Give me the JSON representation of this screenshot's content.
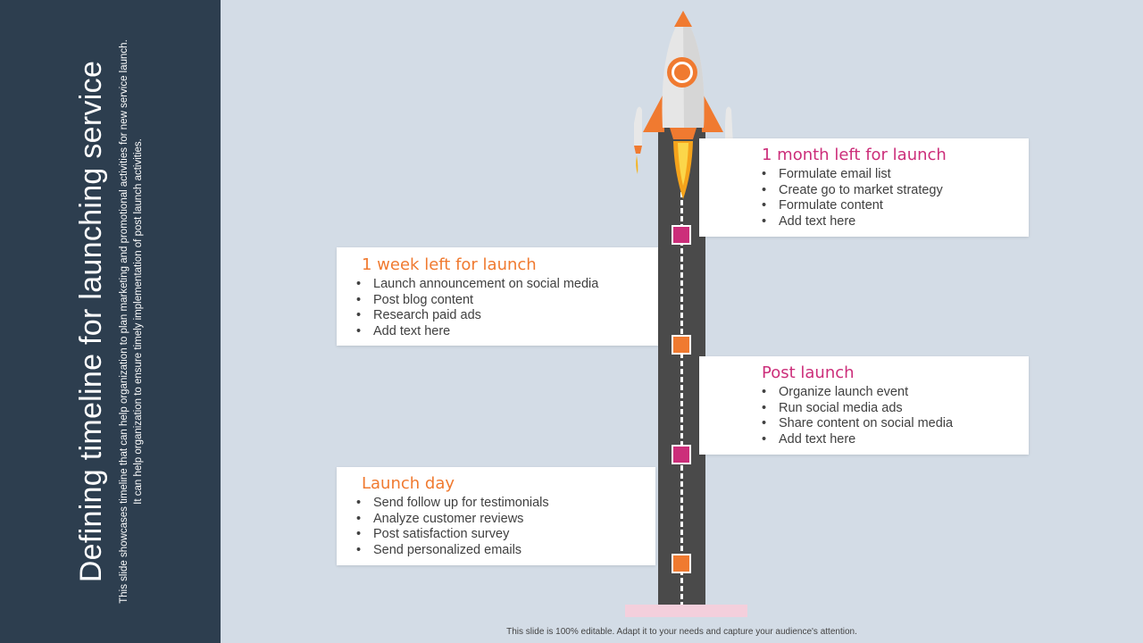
{
  "sidebar": {
    "title": "Defining timeline for launching service",
    "subtitle": "This slide showcases timeline that can help organization to plan marketing and promotional activities for new service launch. It can help organization to ensure timely implementation of post launch activities."
  },
  "milestones": [
    {
      "title": "1 month left for launch",
      "items": [
        "Formulate email list",
        "Create go to market strategy",
        "Formulate content",
        "Add text here"
      ]
    },
    {
      "title": "1 week left for launch",
      "items": [
        "Launch announcement on social media",
        "Post blog content",
        "Research paid ads",
        "Add text here"
      ]
    },
    {
      "title": "Post launch",
      "items": [
        "Organize launch event",
        "Run social media ads",
        "Share content on social media",
        "Add text here"
      ]
    },
    {
      "title": "Launch day",
      "items": [
        "Send follow up for testimonials",
        "Analyze customer reviews",
        "Post satisfaction survey",
        "Send personalized emails"
      ]
    }
  ],
  "footer": "This slide is 100% editable. Adapt it to your needs and capture your audience's attention.",
  "colors": {
    "sidebar_bg": "#2d3e4f",
    "page_bg": "#d3dce6",
    "magenta": "#cc2e7a",
    "orange": "#f07a30",
    "road": "#4a4a4a"
  }
}
